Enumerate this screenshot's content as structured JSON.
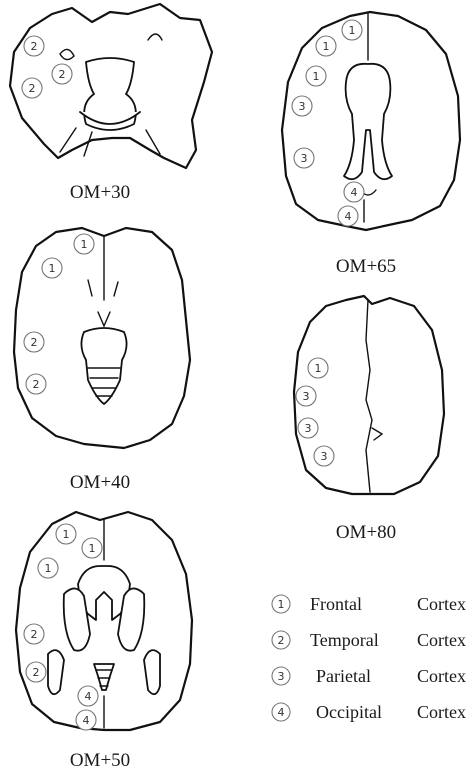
{
  "slices": [
    {
      "caption": "OM+30",
      "regions": [
        "2",
        "2",
        "2"
      ]
    },
    {
      "caption": "OM+65",
      "regions": [
        "1",
        "1",
        "1",
        "3",
        "3",
        "4",
        "4"
      ]
    },
    {
      "caption": "OM+40",
      "regions": [
        "1",
        "1",
        "2",
        "2"
      ]
    },
    {
      "caption": "OM+80",
      "regions": [
        "1",
        "3",
        "3",
        "3"
      ]
    },
    {
      "caption": "OM+50",
      "regions": [
        "1",
        "1",
        "1",
        "2",
        "2",
        "4",
        "4"
      ]
    }
  ],
  "legend": [
    {
      "number": "1",
      "word1": "Frontal",
      "word2": "Cortex"
    },
    {
      "number": "2",
      "word1": "Temporal",
      "word2": "Cortex"
    },
    {
      "number": "3",
      "word1": "Parietal",
      "word2": "Cortex"
    },
    {
      "number": "4",
      "word1": "Occipital",
      "word2": "Cortex"
    }
  ]
}
